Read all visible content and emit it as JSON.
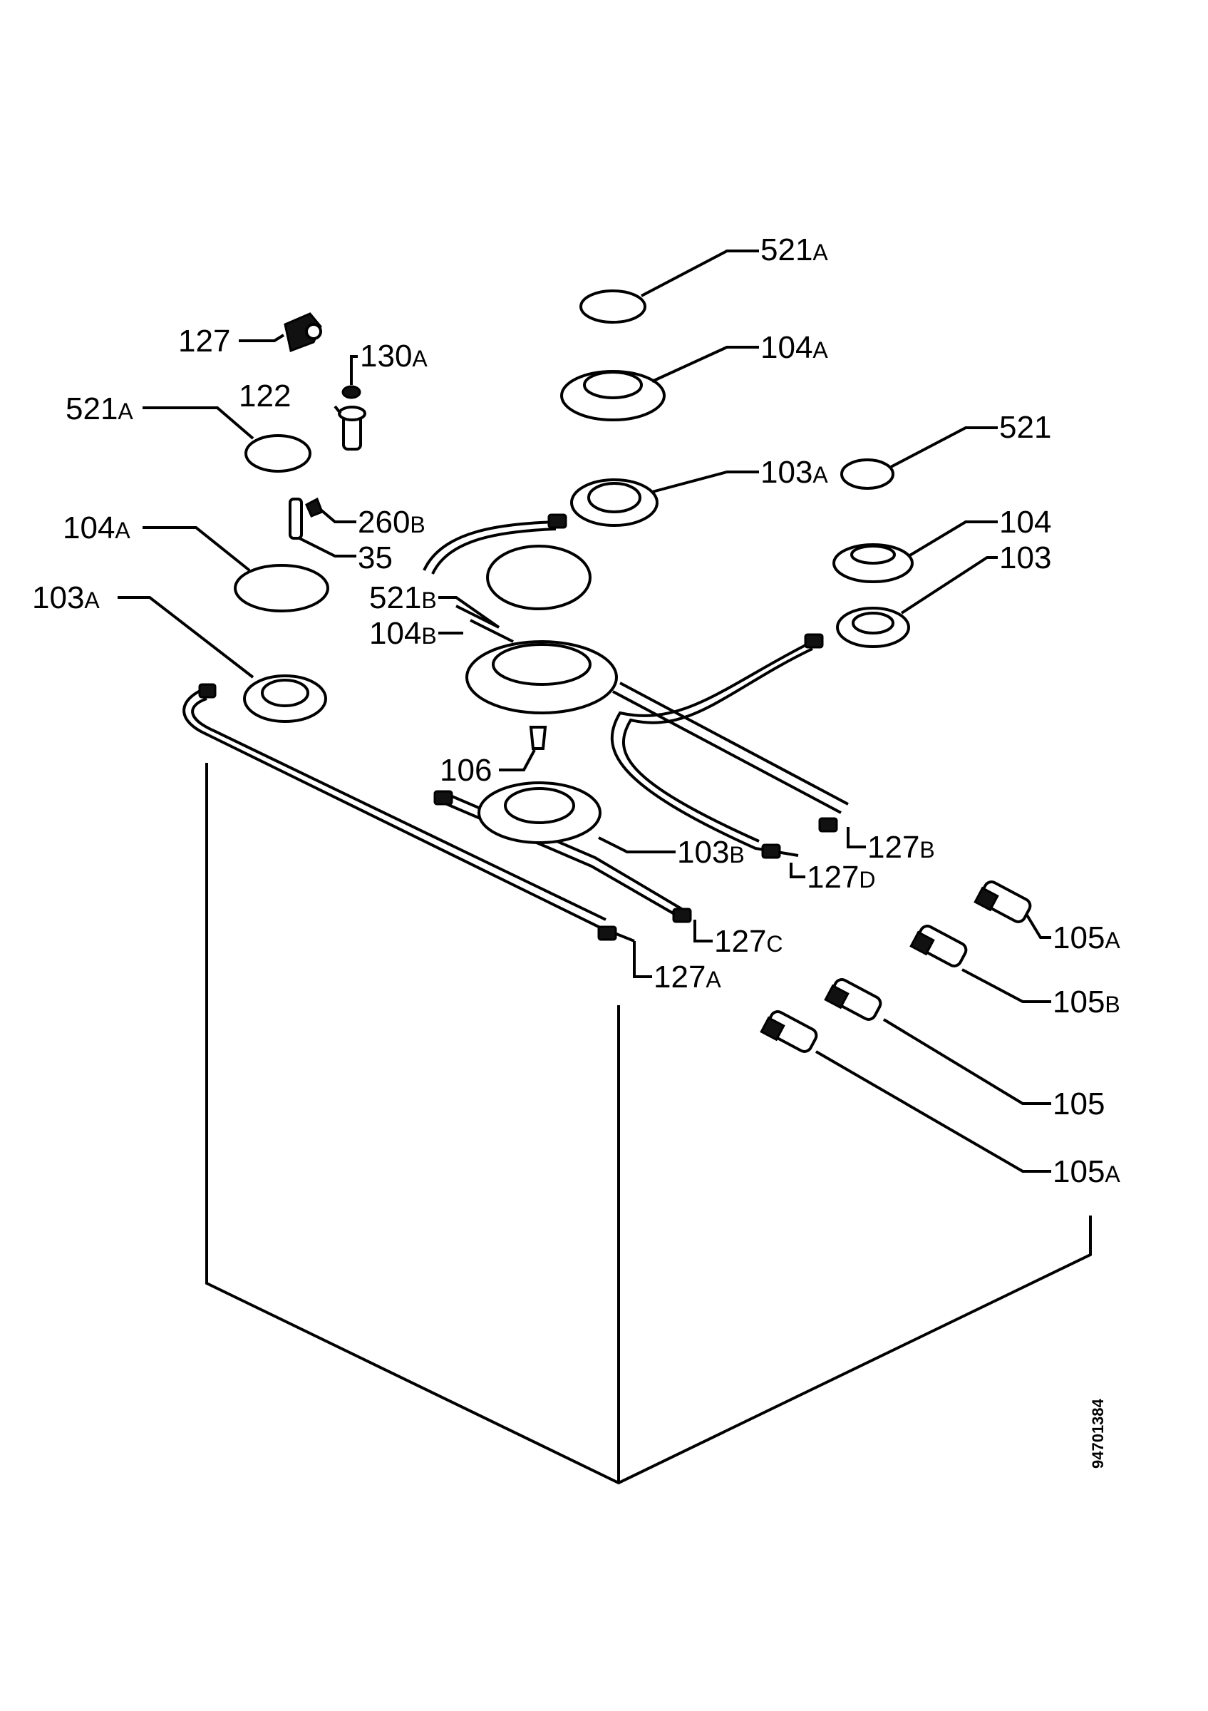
{
  "labels": [
    {
      "id": "l1",
      "main": "521",
      "suffix": "A"
    },
    {
      "id": "l2",
      "main": "127",
      "suffix": ""
    },
    {
      "id": "l3",
      "main": "130",
      "suffix": "A"
    },
    {
      "id": "l4",
      "main": "104",
      "suffix": "A"
    },
    {
      "id": "l5",
      "main": "122",
      "suffix": ""
    },
    {
      "id": "l6",
      "main": "521",
      "suffix": "A"
    },
    {
      "id": "l7",
      "main": "521",
      "suffix": ""
    },
    {
      "id": "l8",
      "main": "103",
      "suffix": "A"
    },
    {
      "id": "l9",
      "main": "260",
      "suffix": "B"
    },
    {
      "id": "l10",
      "main": "104",
      "suffix": "A"
    },
    {
      "id": "l11",
      "main": "104",
      "suffix": ""
    },
    {
      "id": "l12",
      "main": "35",
      "suffix": ""
    },
    {
      "id": "l13",
      "main": "103",
      "suffix": ""
    },
    {
      "id": "l14",
      "main": "521",
      "suffix": "B"
    },
    {
      "id": "l15",
      "main": "103",
      "suffix": "A"
    },
    {
      "id": "l16",
      "main": "104",
      "suffix": "B"
    },
    {
      "id": "l17",
      "main": "106",
      "suffix": ""
    },
    {
      "id": "l18",
      "main": "127",
      "suffix": "B"
    },
    {
      "id": "l19",
      "main": "103",
      "suffix": "B"
    },
    {
      "id": "l20",
      "main": "127",
      "suffix": "D"
    },
    {
      "id": "l21",
      "main": "105",
      "suffix": "A"
    },
    {
      "id": "l22",
      "main": "127",
      "suffix": "C"
    },
    {
      "id": "l23",
      "main": "105",
      "suffix": "B"
    },
    {
      "id": "l24",
      "main": "127",
      "suffix": "A"
    },
    {
      "id": "l25",
      "main": "105",
      "suffix": ""
    },
    {
      "id": "l26",
      "main": "105",
      "suffix": "A"
    }
  ],
  "drawing_code": "94701384"
}
